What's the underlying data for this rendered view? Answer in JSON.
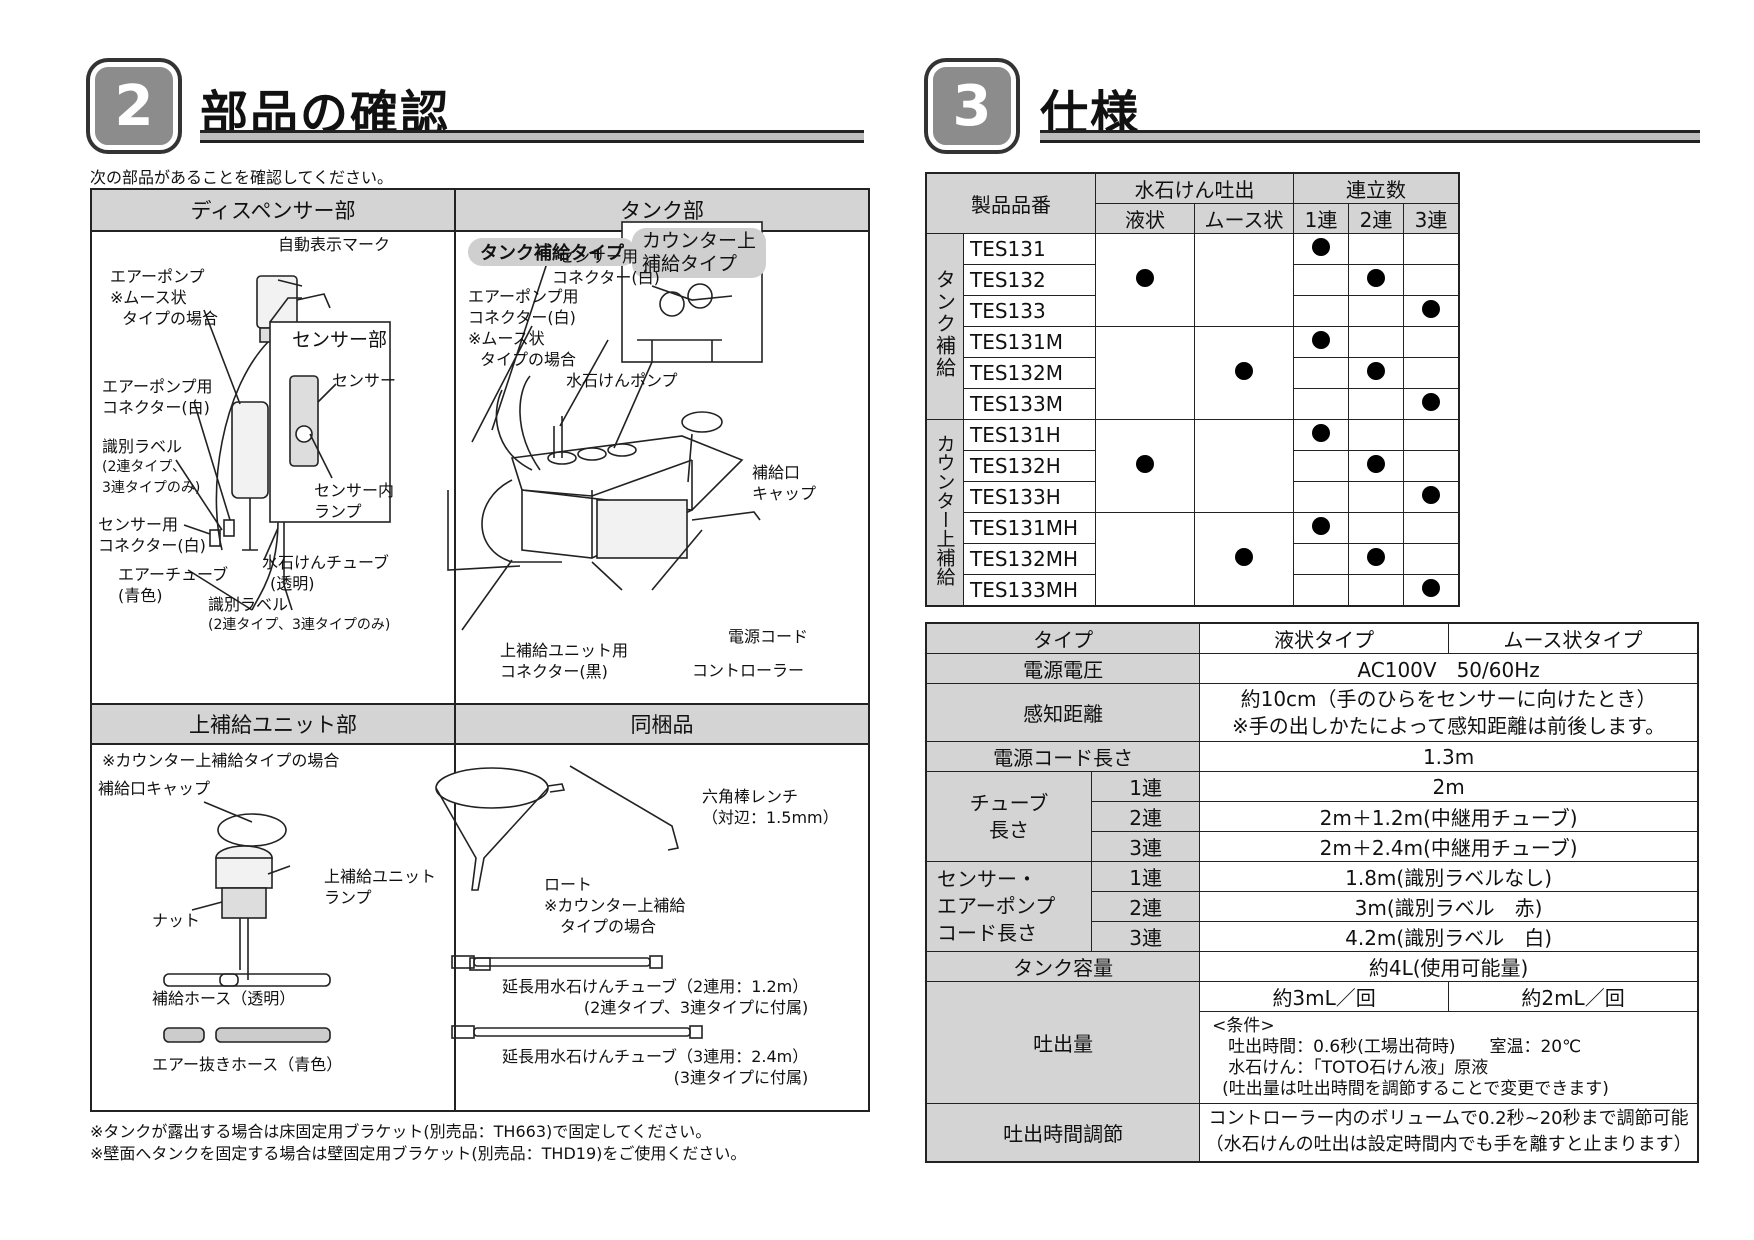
{
  "left": {
    "badge": "2",
    "title": "部品の確認",
    "intro": "次の部品があることを確認してください。",
    "headers": {
      "dispenser": "ディスペンサー部",
      "tank": "タンク部",
      "upper": "上補給ユニット部",
      "bundle": "同梱品"
    },
    "dispenser": {
      "auto_mark": "自動表示マーク",
      "air_pump": [
        "エアーポンプ",
        "※ムース状",
        "タイプの場合"
      ],
      "air_pump_connector": [
        "エアーポンプ用",
        "コネクター(白)"
      ],
      "id_label": [
        "識別ラベル",
        "(2連タイプ、",
        "3連タイプのみ)"
      ],
      "sensor_connector": [
        "センサー用",
        "コネクター(白)"
      ],
      "air_tube": [
        "エアーチューブ",
        "(青色)"
      ],
      "soap_tube": [
        "水石けんチューブ",
        "(透明)"
      ],
      "id_label2": [
        "識別ラベル",
        "(2連タイプ、3連タイプのみ)"
      ],
      "sensor_box_title": "センサー部",
      "sensor": "センサー",
      "sensor_lamp": [
        "センサー内",
        "ランプ"
      ]
    },
    "tank": {
      "refill_type": "タンク補給タイプ",
      "counter_type": [
        "カウンター上",
        "補給タイプ"
      ],
      "sensor_connector": [
        "センサー用",
        "コネクター(白)"
      ],
      "air_pump_connector": [
        "エアーポンプ用",
        "コネクター(白)",
        "※ムース状",
        "タイプの場合"
      ],
      "soap_pump": "水石けんポンプ",
      "refill_cap": [
        "補給口",
        "キャップ"
      ],
      "upper_connector": [
        "上補給ユニット用",
        "コネクター(黒)"
      ],
      "power_cord": "電源コード",
      "controller": "コントローラー"
    },
    "upper": {
      "note": "※カウンター上補給タイプの場合",
      "cap": "補給口キャップ",
      "lamp": [
        "上補給ユニット",
        "ランプ"
      ],
      "nut": "ナット",
      "hose": "補給ホース（透明）",
      "air_hose": "エアー抜きホース（青色）"
    },
    "bundle": {
      "wrench": [
        "六角棒レンチ",
        "（対辺：1.5mm）"
      ],
      "funnel": [
        "ロート",
        "※カウンター上補給",
        "タイプの場合"
      ],
      "tube2": [
        "延長用水石けんチューブ（2連用：1.2m）",
        "(2連タイプ、3連タイプに付属)"
      ],
      "tube3": [
        "延長用水石けんチューブ（3連用：2.4m）",
        "(3連タイプに付属)"
      ]
    },
    "footnotes": [
      "※タンクが露出する場合は床固定用ブラケット(別売品：TH663)で固定してください。",
      "※壁面へタンクを固定する場合は壁固定用ブラケット(別売品：THD19)をご使用ください。"
    ]
  },
  "right": {
    "badge": "3",
    "title": "仕様",
    "model_table": {
      "h_model": "製品品番",
      "h_soap": "水石けん吐出",
      "h_liquid": "液状",
      "h_mousse": "ムース状",
      "h_count": "連立数",
      "c1": "1連",
      "c2": "2連",
      "c3": "3連",
      "group1": "タンク補給",
      "group2": "カウンター上補給",
      "models": [
        "TES131",
        "TES132",
        "TES133",
        "TES131M",
        "TES132M",
        "TES133M",
        "TES131H",
        "TES132H",
        "TES133H",
        "TES131MH",
        "TES132MH",
        "TES133MH"
      ]
    },
    "spec": {
      "type": "タイプ",
      "liquid": "液状タイプ",
      "mousse": "ムース状タイプ",
      "voltage_h": "電源電圧",
      "voltage": "AC100V　50/60Hz",
      "distance_h": "感知距離",
      "distance": [
        "約10cm（手のひらをセンサーに向けたとき）",
        "※手の出しかたによって感知距離は前後します。"
      ],
      "cord_h": "電源コード長さ",
      "cord": "1.3m",
      "tube_h": [
        "チューブ",
        "長さ"
      ],
      "r1": "1連",
      "r2": "2連",
      "r3": "3連",
      "tube1": "2m",
      "tube2": "2m＋1.2m(中継用チューブ)",
      "tube3": "2m＋2.4m(中継用チューブ)",
      "sensor_h": [
        "センサー・",
        "エアーポンプ",
        "コード長さ"
      ],
      "sc1": "1.8m(識別ラベルなし)",
      "sc2": "3m(識別ラベル　赤)",
      "sc3": "4.2m(識別ラベル　白)",
      "tank_h": "タンク容量",
      "tank": "約4L(使用可能量)",
      "out_h": "吐出量",
      "out_liquid": "約3mL／回",
      "out_mousse": "約2mL／回",
      "cond": [
        "<条件>",
        "吐出時間：0.6秒(工場出荷時)　　室温：20℃",
        "水石けん：「TOTO石けん液」原液",
        "(吐出量は吐出時間を調節することで変更できます)"
      ],
      "adj_h": "吐出時間調節",
      "adj": [
        "コントローラー内のボリュームで0.2秒~20秒まで調節可能",
        "（水石けんの吐出は設定時間内でも手を離すと止まります）"
      ]
    }
  }
}
